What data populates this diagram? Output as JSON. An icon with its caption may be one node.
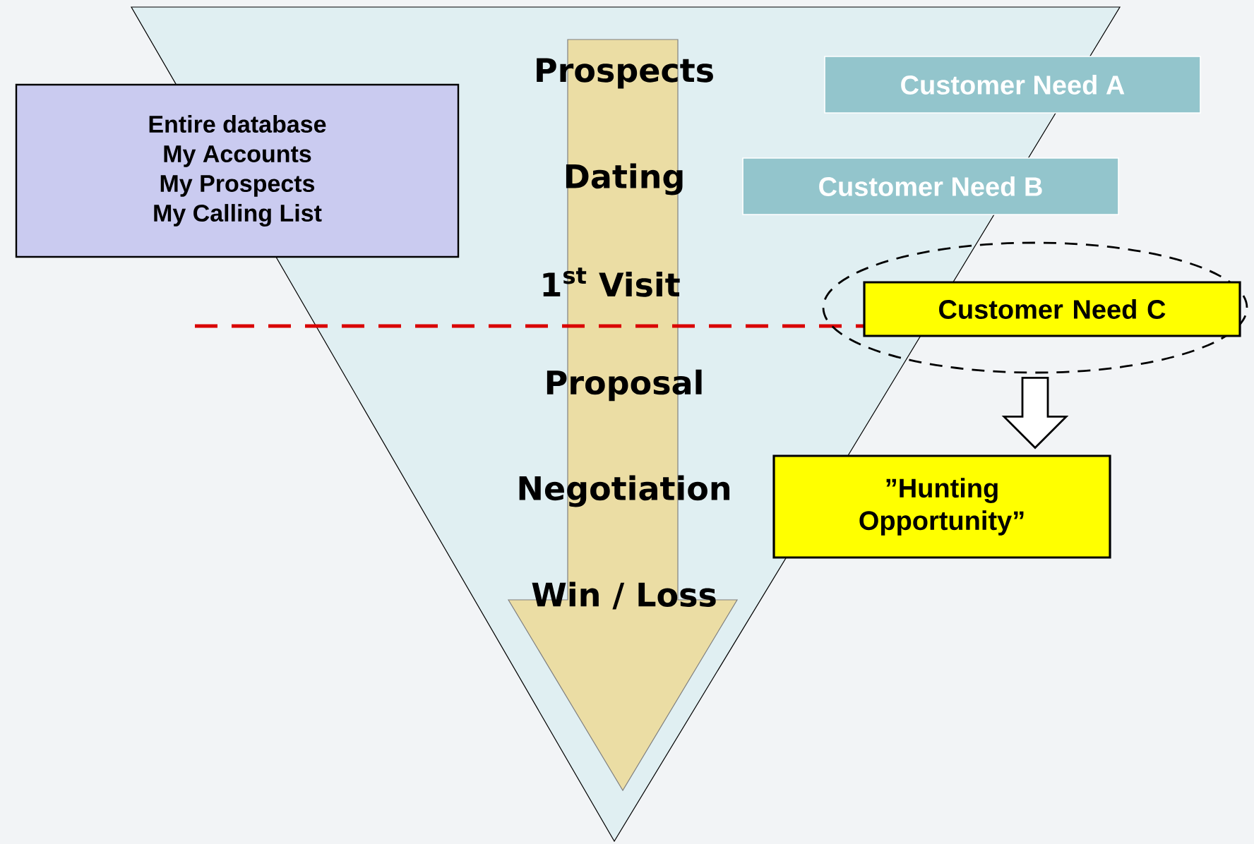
{
  "diagram": {
    "nodes": [
      {
        "text": [
          "Entire database",
          "My Accounts",
          "My Prospects",
          "My Calling List"
        ]
      },
      {
        "text": [
          "Customer Need A"
        ]
      },
      {
        "text": [
          "Customer Need B"
        ]
      },
      {
        "text": [],
        "shape": "ellipse"
      },
      {
        "text": [
          "Customer Need C"
        ],
        "in": 3
      },
      {
        "text": [
          "”Hunting Opportunity”"
        ]
      }
    ],
    "edges": [
      {
        "from": 3,
        "to": 5,
        "arrow": "to"
      }
    ],
    "labels": [
      "Prospects",
      "Dating",
      "1$^{st}$ Visit",
      "Proposal",
      "Negotiation",
      "Win / Loss"
    ]
  }
}
